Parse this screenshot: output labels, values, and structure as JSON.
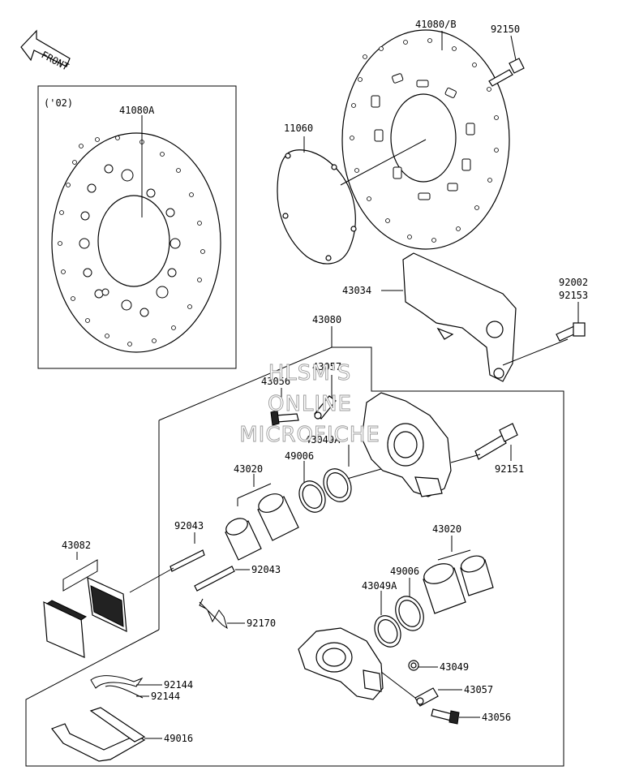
{
  "front_label": "FRONT",
  "variant_label": "('02)",
  "watermark": [
    "HLSM'S",
    "ONLINE",
    "MICROFICHE"
  ],
  "parts": {
    "p41080B": "41080/B",
    "p92150": "92150",
    "p41080A": "41080A",
    "p11060": "11060",
    "p92002": "92002",
    "p92153": "92153",
    "p43034": "43034",
    "p43080": "43080",
    "p43057_top": "43057",
    "p43056_top": "43056",
    "p43049A_top": "43049A",
    "p92151": "92151",
    "p43020_left": "43020",
    "p49006_left": "49006",
    "p92043_a": "92043",
    "p92043_b": "92043",
    "p43082": "43082",
    "p92170": "92170",
    "p43020_right": "43020",
    "p49006_right": "49006",
    "p43049A_bottom": "43049A",
    "p43049": "43049",
    "p43057_bottom": "43057",
    "p43056_bottom": "43056",
    "p92144_a": "92144",
    "p92144_b": "92144",
    "p49016": "49016"
  }
}
